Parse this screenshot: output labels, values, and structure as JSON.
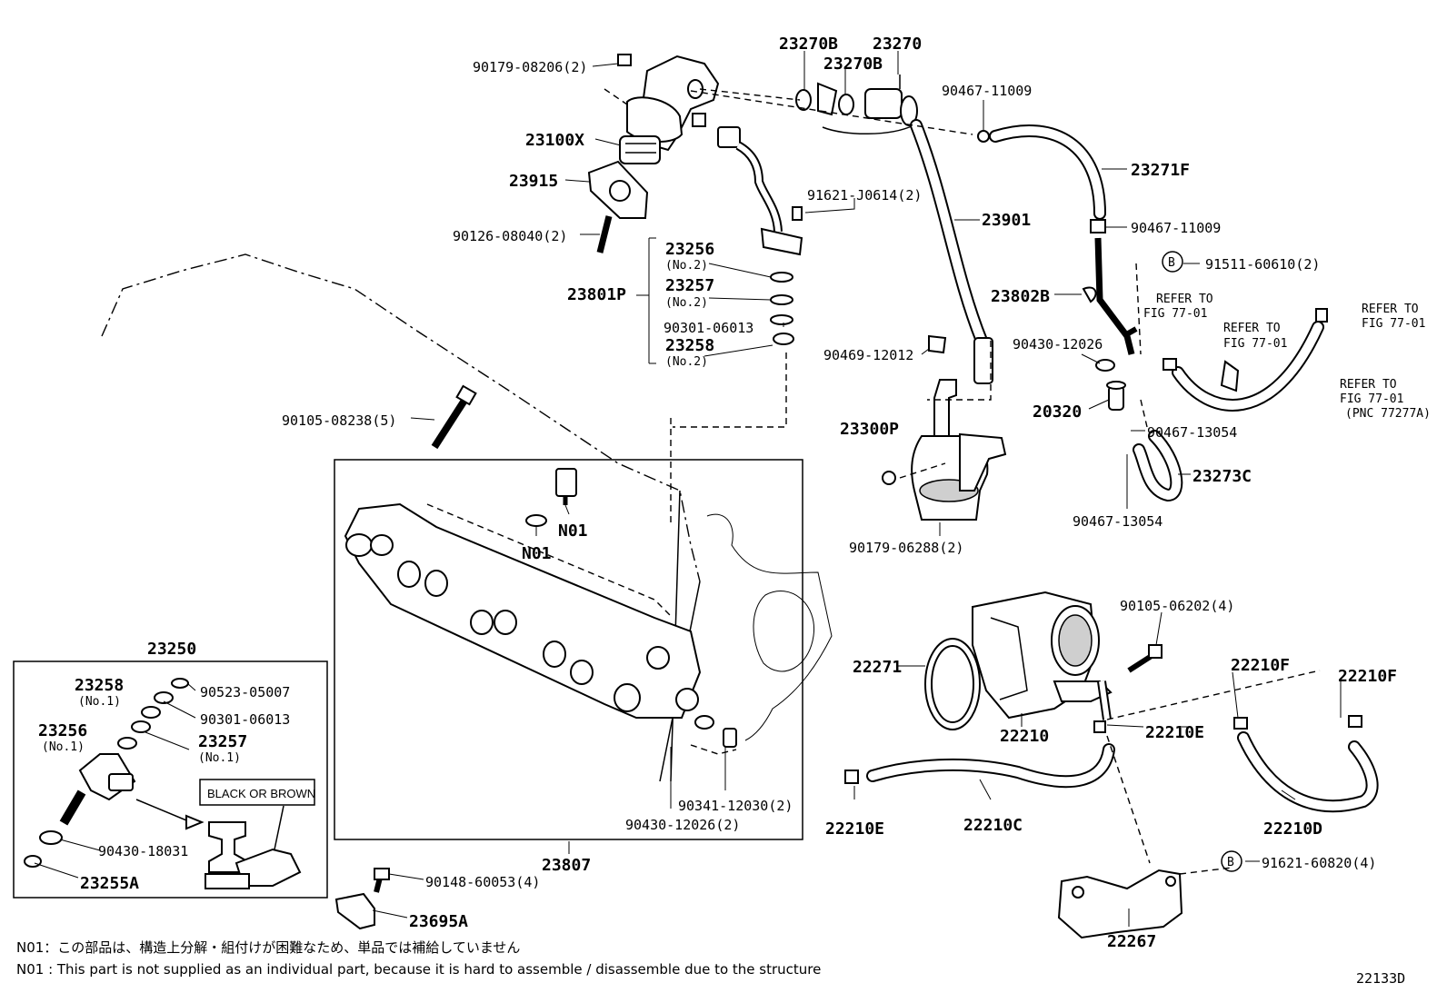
{
  "diagram_code": "22133D",
  "notes": {
    "jp": "N01：この部品は、構造上分解・組付けが困難なため、単品では補給していません",
    "en": "N01 : This part is not supplied as an individual part, because it is hard to assemble / disassemble due to the structure"
  },
  "inset_label": "BLACK OR BROWN",
  "labels": {
    "p90179_08206": "90179-08206(2)",
    "p23270B_a": "23270B",
    "p23270": "23270",
    "p23270B_b": "23270B",
    "p90467_11009_a": "90467-11009",
    "p23100X": "23100X",
    "p23915": "23915",
    "p91621_J0614": "91621-J0614(2)",
    "p23271F": "23271F",
    "p23901": "23901",
    "p90126_08040": "90126-08040(2)",
    "p90467_11009_b": "90467-11009",
    "p23256_top": "23256",
    "no2_a": "(No.2)",
    "p91511_60610": "91511-60610(2)",
    "p23801P": "23801P",
    "p23257_top": "23257",
    "no2_b": "(No.2)",
    "p23802B": "23802B",
    "refer1a": "REFER TO",
    "refer1b": "FIG 77-01",
    "refer2a": "REFER TO",
    "refer2b": "FIG 77-01",
    "refer3a": "REFER TO",
    "refer3b": "FIG 77-01",
    "p90301_06013_top": "90301-06013",
    "p23258_top": "23258",
    "no2_c": "(No.2)",
    "p90469_12012": "90469-12012",
    "p90430_12026_top": "90430-12026",
    "refer4a": "REFER TO",
    "refer4b": "FIG 77-01",
    "refer4c": "(PNC 77277A)",
    "p90105_08238": "90105-08238(5)",
    "p20320": "20320",
    "p90467_13054_a": "90467-13054",
    "p23300P": "23300P",
    "n01_a": "N01",
    "n01_b": "N01",
    "p23273C": "23273C",
    "p90467_13054_b": "90467-13054",
    "p90179_06288": "90179-06288(2)",
    "p90105_06202": "90105-06202(4)",
    "p23250": "23250",
    "p22271": "22271",
    "p22210F_a": "22210F",
    "p22210F_b": "22210F",
    "p23258_inset": "23258",
    "no1_a": "(No.1)",
    "p90523_05007": "90523-05007",
    "p90301_06013_inset": "90301-06013",
    "p23256_inset": "23256",
    "p23257_inset": "23257",
    "no1_b": "(No.1)",
    "no1_c": "(No.1)",
    "p22210": "22210",
    "p22210E_a": "22210E",
    "p90341_12030": "90341-12030(2)",
    "p90430_12026_b": "90430-12026(2)",
    "p22210E_b": "22210E",
    "p22210C": "22210C",
    "p22210D": "22210D",
    "p90430_18031": "90430-18031",
    "p23807": "23807",
    "p91621_60820": "91621-60820(4)",
    "p23255A": "23255A",
    "p90148_60053": "90148-60053(4)",
    "p23695A": "23695A",
    "p22267": "22267",
    "b_mark_a": "B",
    "b_mark_b": "B"
  }
}
